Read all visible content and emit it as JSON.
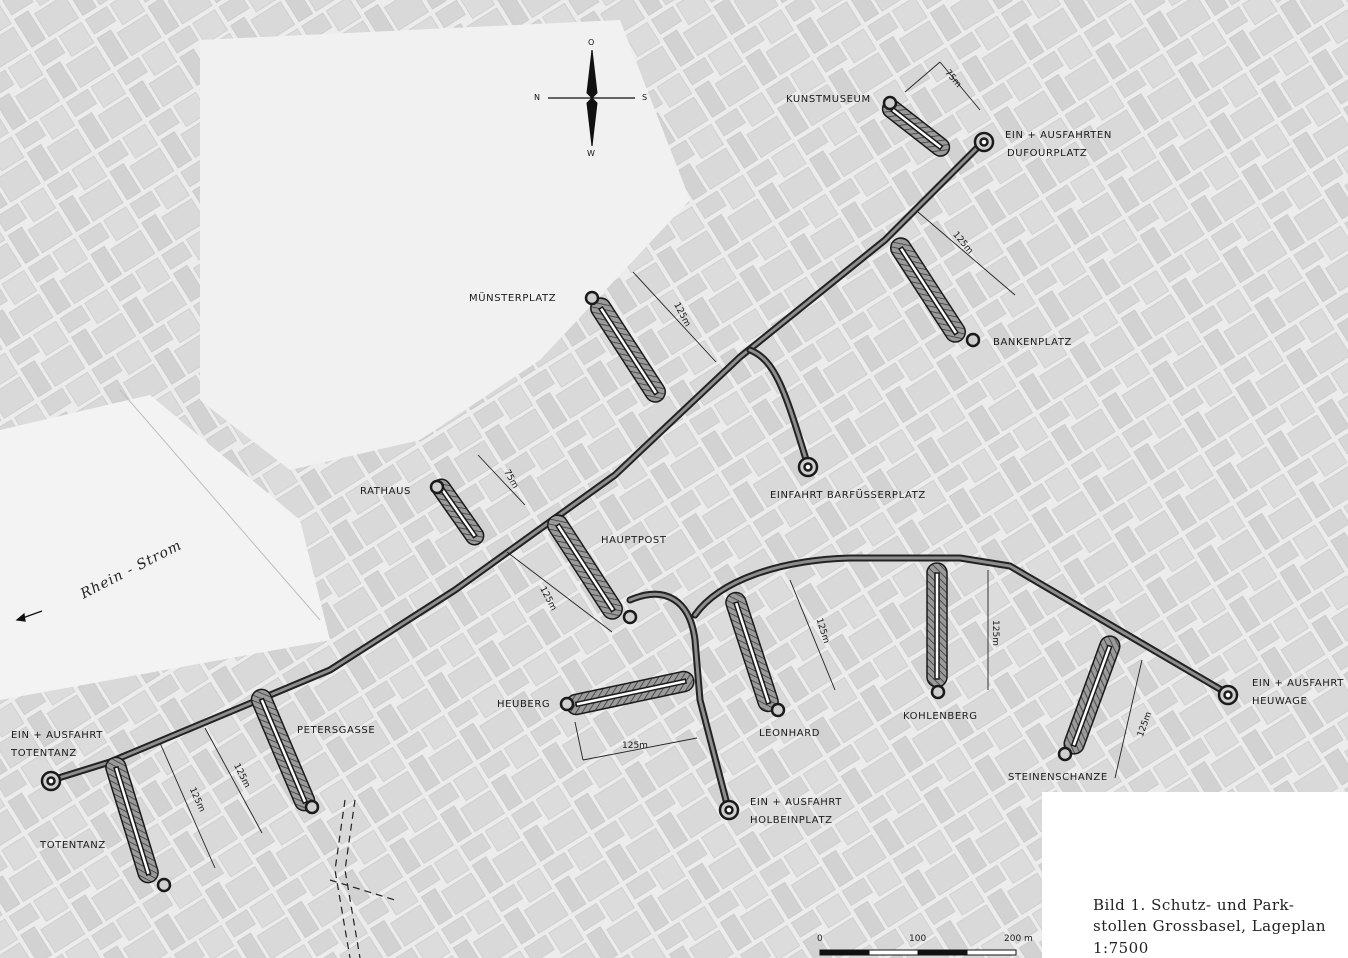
{
  "map": {
    "places": {
      "kunstmuseum": "KUNSTMUSEUM",
      "dufour_line1": "EIN + AUSFAHRTEN",
      "dufour_line2": "DUFOURPLATZ",
      "muensterplatz": "MÜNSTERPLATZ",
      "bankenplatz": "BANKENPLATZ",
      "barfuesser": "EINFAHRT BARFÜSSERPLATZ",
      "rathaus": "RATHAUS",
      "hauptpost": "HAUPTPOST",
      "heuberg": "HEUBERG",
      "leonhard": "LEONHARD",
      "kohlenberg": "KOHLENBERG",
      "steinenschanze": "STEINENSCHANZE",
      "heuwage_line1": "EIN + AUSFAHRT",
      "heuwage_line2": "HEUWAGE",
      "holbein_line1": "EIN + AUSFAHRT",
      "holbein_line2": "HOLBEINPLATZ",
      "totentanz_exit_line1": "EIN + AUSFAHRT",
      "totentanz_exit_line2": "TOTENTANZ",
      "petersgasse": "PETERSGASSE",
      "totentanz": "TOTENTANZ",
      "river": "Rhein - Strom"
    },
    "dimensions": {
      "d75": "75m",
      "d125": "125m"
    },
    "compass": {
      "north": "N",
      "south": "S",
      "top": "O",
      "bottom": "W"
    }
  },
  "caption": {
    "line1": "Bild 1.  Schutz-  und  Park-",
    "line2": "stollen Grossbasel, Lageplan",
    "line3": "1:7500"
  },
  "scale_bar": {
    "label_0": "0",
    "label_100": "100",
    "label_200": "200 m"
  }
}
